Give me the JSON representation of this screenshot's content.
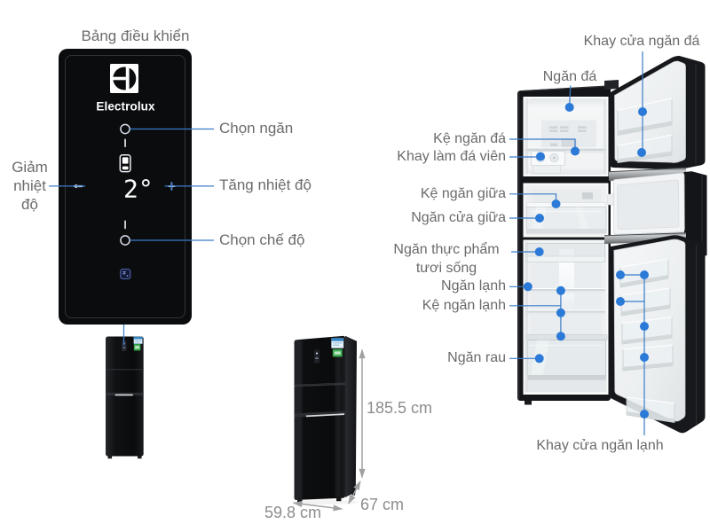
{
  "colors": {
    "accent_blue": "#2b7ad8",
    "line_blue": "#3b7cc9",
    "label_gray": "#6b6b6b",
    "dim_gray": "#8d8d8d",
    "arrow_gray": "#9fa1a3",
    "panel_black": "#0b0c0e"
  },
  "control_panel": {
    "title": "Bảng điều khiển",
    "brand": "Electrolux",
    "temperature": "2°",
    "labels": {
      "select_compartment": "Chọn ngăn",
      "decrease_temperature": "Giảm nhiệt độ",
      "increase_temperature": "Tăng nhiệt độ",
      "select_mode": "Chọn chế độ"
    }
  },
  "dimensions": {
    "height": "185.5 cm",
    "depth": "67 cm",
    "width": "59.8 cm"
  },
  "parts": {
    "freezer_door_tray": "Khay cửa ngăn đá",
    "freezer_compartment": "Ngăn đá",
    "freezer_shelf": "Kệ ngăn đá",
    "ice_cube_tray": "Khay làm đá viên",
    "middle_shelf": "Kệ ngăn giữa",
    "middle_door_compartment": "Ngăn cửa giữa",
    "fresh_food_compartment": "Ngăn thực phẩm tươi sống",
    "cooler_compartment": "Ngăn lạnh",
    "cooler_shelf": "Kệ ngăn lạnh",
    "vegetable_compartment": "Ngăn rau",
    "cooler_door_tray": "Khay cửa ngăn lạnh"
  }
}
